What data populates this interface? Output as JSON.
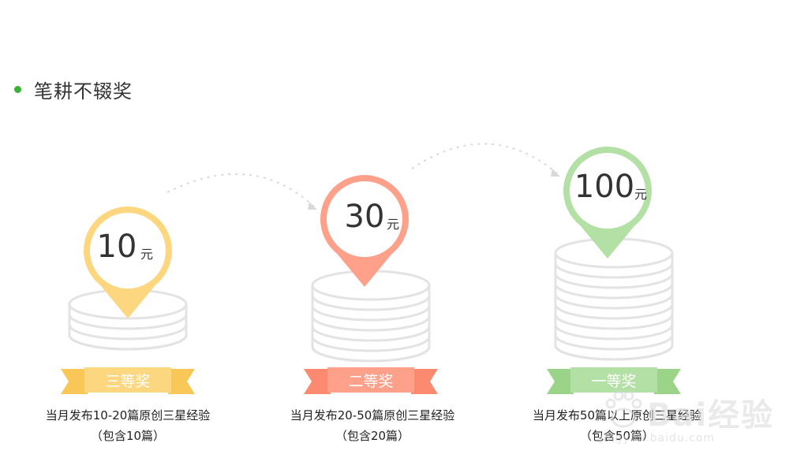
{
  "section": {
    "title": "笔耕不辍奖"
  },
  "currency_unit": "元",
  "tiers": [
    {
      "rank_label": "三等奖",
      "amount": "10",
      "desc_line1": "当月发布10-20篇原创三星经验",
      "desc_line2": "（包含10篇）",
      "color": "#fcd77f",
      "banner_color": "#fcd77f",
      "tail_color": "#f8c757"
    },
    {
      "rank_label": "二等奖",
      "amount": "30",
      "desc_line1": "当月发布20-50篇原创三星经验",
      "desc_line2": "（包含20篇）",
      "color": "#fea08a",
      "banner_color": "#fea08a",
      "tail_color": "#fb8a70"
    },
    {
      "rank_label": "一等奖",
      "amount": "100",
      "desc_line1": "当月发布50篇以上原创三星经验",
      "desc_line2": "（包含50篇）",
      "color": "#b3e0a4",
      "banner_color": "#b3e0a4",
      "tail_color": "#9bd389"
    }
  ],
  "watermark": {
    "main": "Bai经验",
    "sub": "jingyan.baidu.com"
  },
  "colors": {
    "accent_dot": "#3cb034",
    "coin_stroke": "#e3e3e3",
    "arrow": "#d9d9d9"
  }
}
